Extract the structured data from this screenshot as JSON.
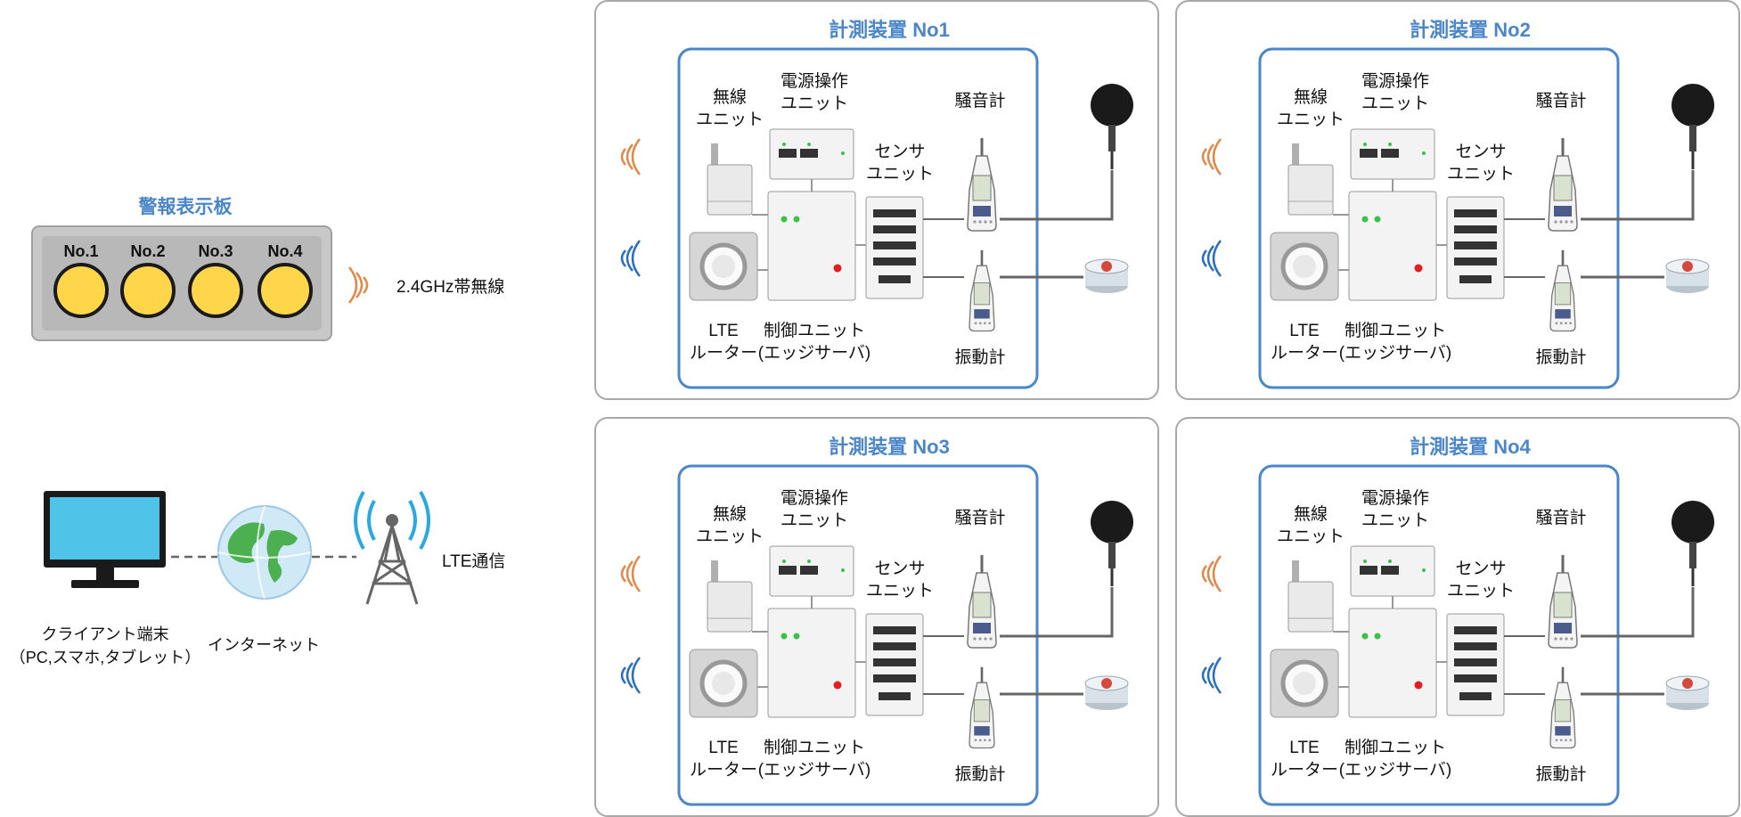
{
  "alarm_board": {
    "title": "警報表示板",
    "lamps": [
      "No.1",
      "No.2",
      "No.3",
      "No.4"
    ],
    "lamp_color": "#ffd54a",
    "wireless_label": "2.4GHz帯無線"
  },
  "client": {
    "terminal_label_1": "クライアント端末",
    "terminal_label_2": "（PC,スマホ,タブレット）",
    "internet_label": "インターネット",
    "lte_label": "LTE通信"
  },
  "device_labels": {
    "wireless_unit_1": "無線",
    "wireless_unit_2": "ユニット",
    "power_unit_1": "電源操作",
    "power_unit_2": "ユニット",
    "sensor_unit_1": "センサ",
    "sensor_unit_2": "ユニット",
    "sound_meter": "騒音計",
    "vibration_meter": "振動計",
    "lte_router_1": "LTE",
    "lte_router_2": "ルーター",
    "control_unit_1": "制御ユニット",
    "control_unit_2": "(エッジサーバ)"
  },
  "stations": [
    {
      "title": "計測装置 No1"
    },
    {
      "title": "計測装置 No2"
    },
    {
      "title": "計測装置 No3"
    },
    {
      "title": "計測装置 No4"
    }
  ],
  "colors": {
    "accent_blue": "#4a86c8",
    "orange_wave": "#e0894a",
    "blue_wave": "#2a6fbf",
    "lamp_yellow": "#ffd54a"
  }
}
